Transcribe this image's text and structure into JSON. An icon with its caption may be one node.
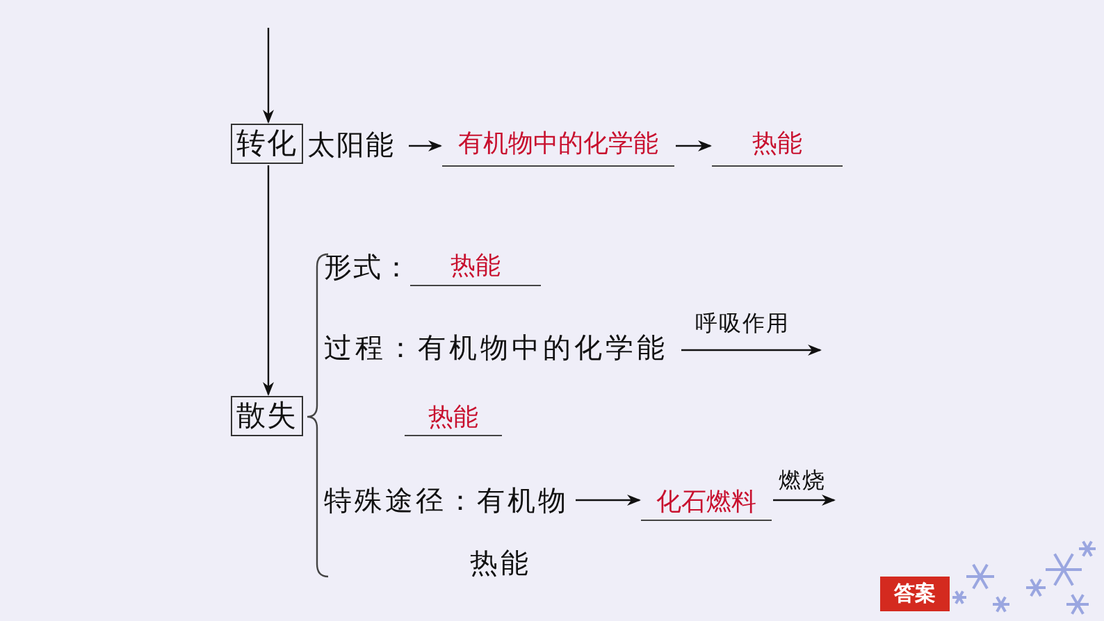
{
  "diagram": {
    "nodes": [
      {
        "text": [
          "转化"
        ]
      },
      {
        "text": [
          "太阳能"
        ]
      },
      {
        "text": [
          "有机物中的化学能"
        ]
      },
      {
        "text": [
          "热能"
        ]
      },
      {
        "text": [
          "散失"
        ]
      },
      {
        "text": [
          "形式："
        ]
      },
      {
        "text": [
          "热能"
        ]
      },
      {
        "text": [
          "过程：有机物中的化学能"
        ]
      },
      {
        "text": [
          "热能"
        ]
      },
      {
        "text": [
          "特殊途径：有机物"
        ]
      },
      {
        "text": [
          "化石燃料"
        ]
      },
      {
        "text": [
          "热能"
        ]
      },
      {
        "text": [
          "答案"
        ]
      }
    ],
    "edges": [
      {
        "from": null,
        "to": 0,
        "arrow": "to"
      },
      {
        "from": 0,
        "to": 4,
        "arrow": "to"
      },
      {
        "from": 1,
        "to": 2,
        "arrow": "to"
      },
      {
        "from": 2,
        "to": 3,
        "arrow": "to"
      },
      {
        "from": 7,
        "to": null,
        "arrow": "to",
        "label": "呼吸作用"
      },
      {
        "from": 9,
        "to": 10,
        "arrow": "to"
      },
      {
        "from": 10,
        "to": null,
        "arrow": "to",
        "label": "燃烧"
      }
    ]
  }
}
